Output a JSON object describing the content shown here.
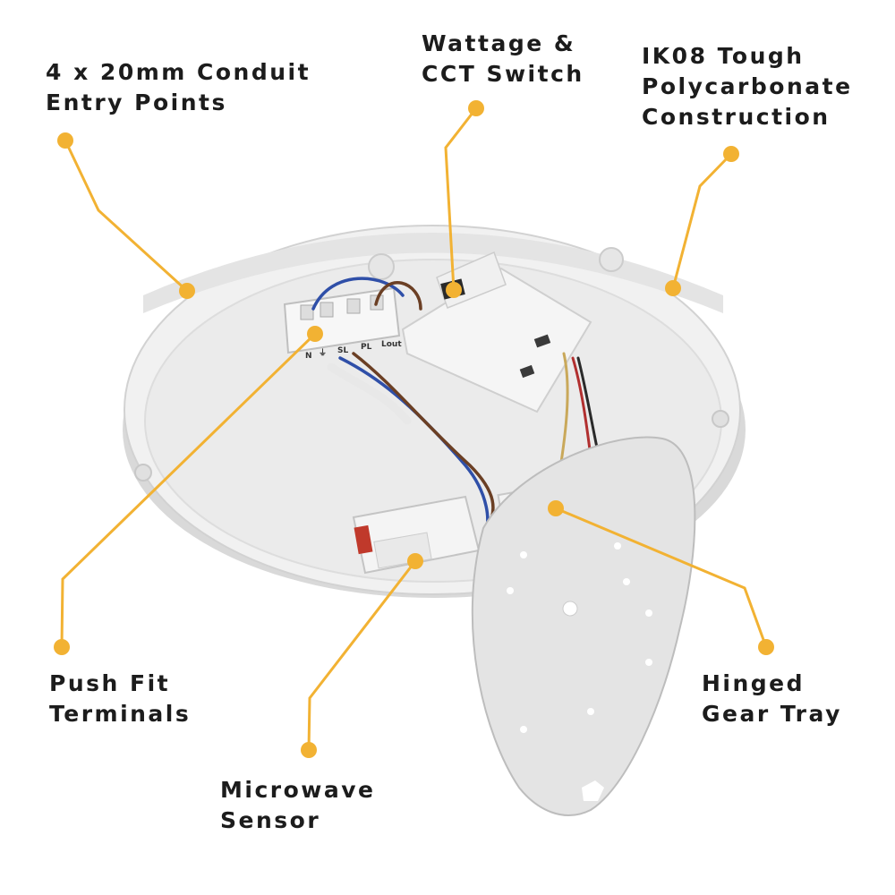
{
  "colors": {
    "accent": "#F2B233",
    "text": "#1c1c1c",
    "housing": "#eeeeee",
    "tray": "#e3e3e3"
  },
  "callouts": [
    {
      "id": "conduit",
      "lines": [
        "4 x 20mm Conduit",
        "Entry Points"
      ]
    },
    {
      "id": "switch",
      "lines": [
        "Wattage &",
        "CCT Switch"
      ]
    },
    {
      "id": "construction",
      "lines": [
        "IK08 Tough",
        "Polycarbonate",
        "Construction"
      ]
    },
    {
      "id": "terminals",
      "lines": [
        "Push Fit",
        "Terminals"
      ]
    },
    {
      "id": "sensor",
      "lines": [
        "Microwave",
        "Sensor"
      ]
    },
    {
      "id": "tray",
      "lines": [
        "Hinged",
        "Gear Tray"
      ]
    }
  ],
  "terminal_markings": [
    "N",
    "SL",
    "PL",
    "Lout"
  ]
}
